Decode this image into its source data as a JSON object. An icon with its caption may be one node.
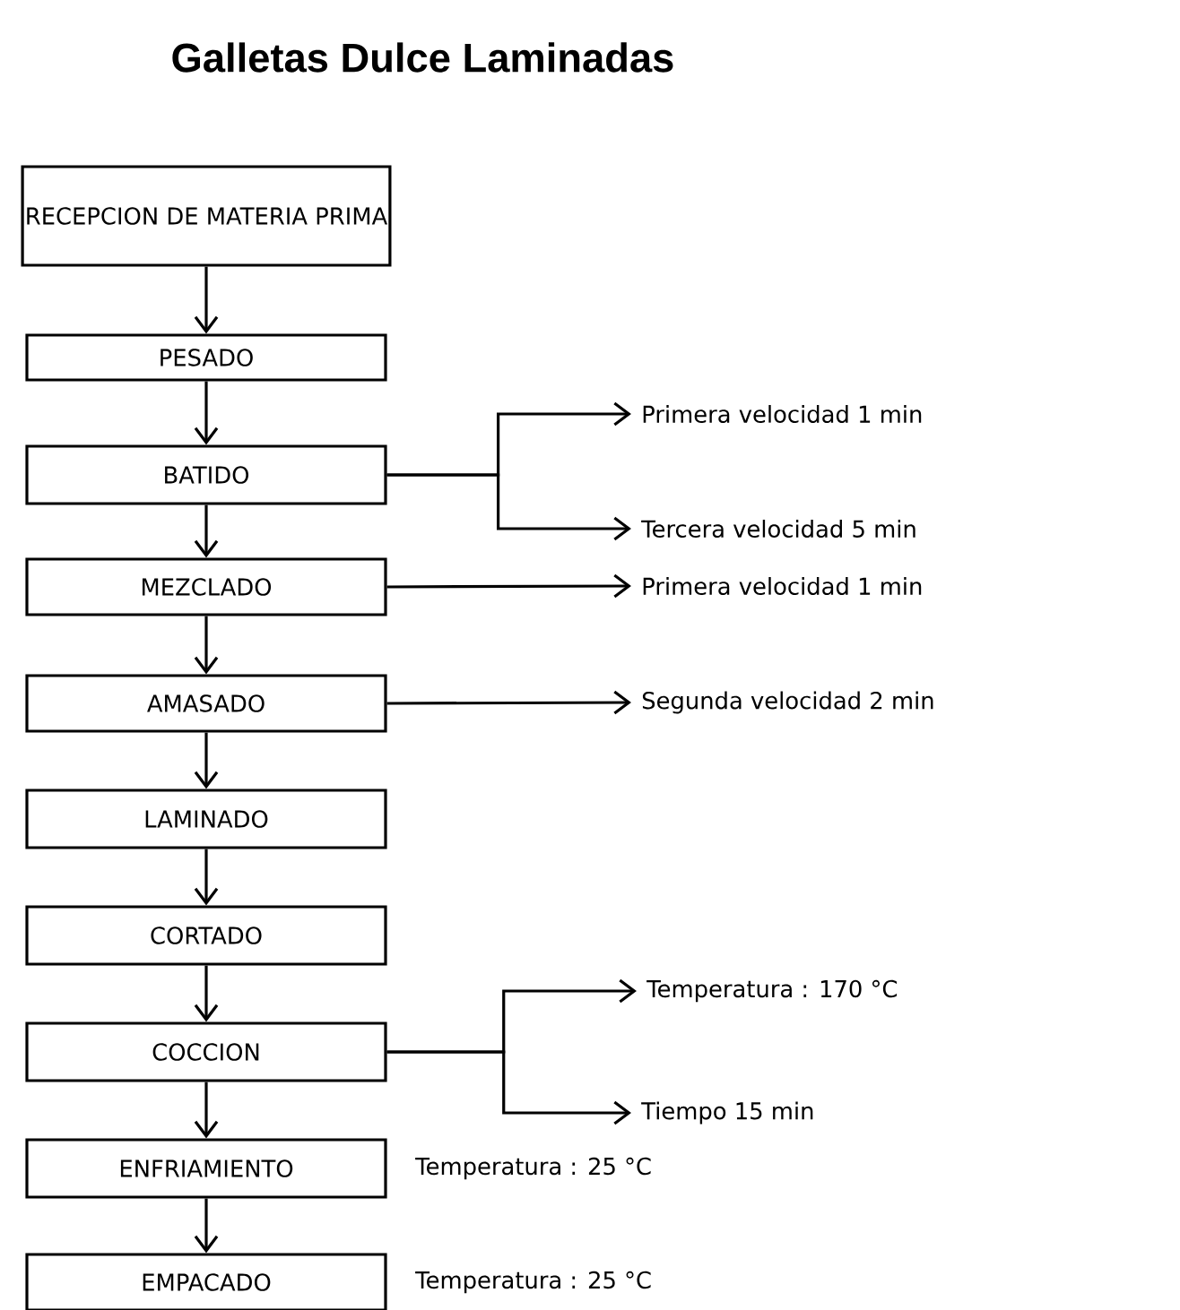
{
  "diagram": {
    "title": "Galletas Dulce Laminadas",
    "nodes": [
      {
        "text": [
          "RECEPCION DE MATERIA PRIMA"
        ]
      },
      {
        "text": [
          "PESADO"
        ]
      },
      {
        "text": [
          "BATIDO"
        ]
      },
      {
        "text": [
          "MEZCLADO"
        ]
      },
      {
        "text": [
          "AMASADO"
        ]
      },
      {
        "text": [
          "LAMINADO"
        ]
      },
      {
        "text": [
          "CORTADO"
        ]
      },
      {
        "text": [
          "COCCION"
        ]
      },
      {
        "text": [
          "ENFRIAMIENTO"
        ],
        "beside": [
          "Temperatura : 25 °C"
        ]
      },
      {
        "text": [
          "EMPACADO"
        ],
        "beside": [
          "Temperatura : 25 °C"
        ]
      },
      {
        "text": [
          "Primera velocidad 1 min"
        ]
      },
      {
        "text": [
          "Tercera velocidad  5 min"
        ]
      },
      {
        "text": [
          "Primera velocidad 1 min"
        ]
      },
      {
        "text": [
          "Segunda  velocidad  2 min"
        ]
      },
      {
        "text": [
          "Temperatura : 170 °C"
        ]
      },
      {
        "text": [
          "Tiempo  15 min"
        ]
      }
    ],
    "edges": [
      {
        "from": 0,
        "to": 1,
        "arrow": "to"
      },
      {
        "from": 1,
        "to": 2,
        "arrow": "to"
      },
      {
        "from": 2,
        "to": 3,
        "arrow": "to"
      },
      {
        "from": 3,
        "to": 4,
        "arrow": "to"
      },
      {
        "from": 4,
        "to": 5,
        "arrow": "to"
      },
      {
        "from": 5,
        "to": 6,
        "arrow": "to"
      },
      {
        "from": 6,
        "to": 7,
        "arrow": "to"
      },
      {
        "from": 7,
        "to": 8,
        "arrow": "to"
      },
      {
        "from": 8,
        "to": 9,
        "arrow": "to"
      },
      {
        "from": 2,
        "to": 10,
        "arrow": "to"
      },
      {
        "from": 2,
        "to": 11,
        "arrow": "to"
      },
      {
        "from": 3,
        "to": 12,
        "arrow": "to"
      },
      {
        "from": 4,
        "to": 13,
        "arrow": "to"
      },
      {
        "from": 7,
        "to": 14,
        "arrow": "to"
      },
      {
        "from": 7,
        "to": 15,
        "arrow": "to"
      }
    ]
  }
}
